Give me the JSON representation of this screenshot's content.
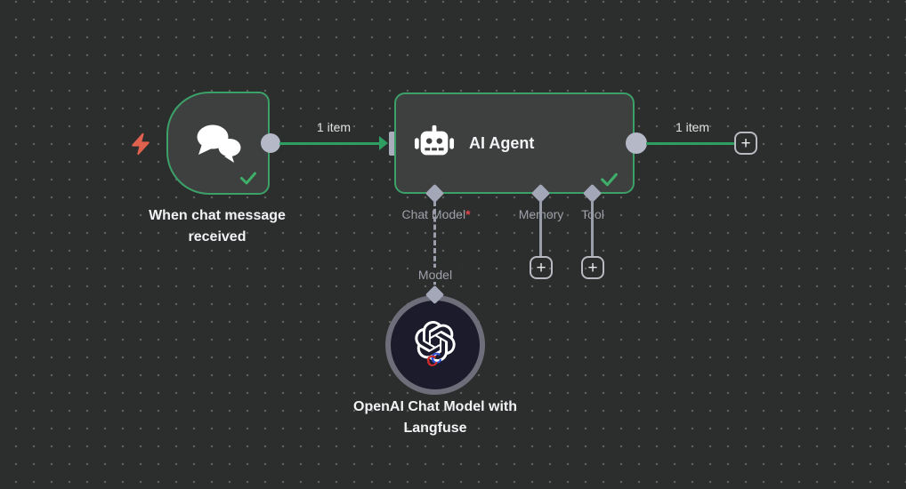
{
  "colors": {
    "canvas_bg": "#2c2d2d",
    "node_fill": "#3e4040",
    "node_border_green": "#3ca168",
    "connection_green": "#2f9e62",
    "connector_gray": "#a3a7b8",
    "endpoint_circle_gray": "#b5b9c7",
    "label_gray": "#9da0a8",
    "required_red": "#e5484d",
    "bolt_orange": "#e0614e",
    "model_circle_fill": "#1b1b2c",
    "model_circle_border": "#6d6e79",
    "checkmark_green": "#3fae68",
    "text_white": "#f2f3f5"
  },
  "nodes": {
    "trigger": {
      "name": "When chat message received"
    },
    "agent": {
      "name": "AI Agent",
      "sub_inputs": [
        {
          "label": "Chat Model",
          "required_mark": "*"
        },
        {
          "label": "Memory"
        },
        {
          "label": "Tool"
        }
      ]
    },
    "model": {
      "name": "OpenAI Chat Model with Langfuse"
    }
  },
  "connections": {
    "trigger_to_agent_label": "1 item",
    "agent_output_label": "1 item",
    "model_link_label": "Model"
  },
  "buttons": {
    "add_memory": "+",
    "add_tool": "+",
    "add_next": "+"
  }
}
